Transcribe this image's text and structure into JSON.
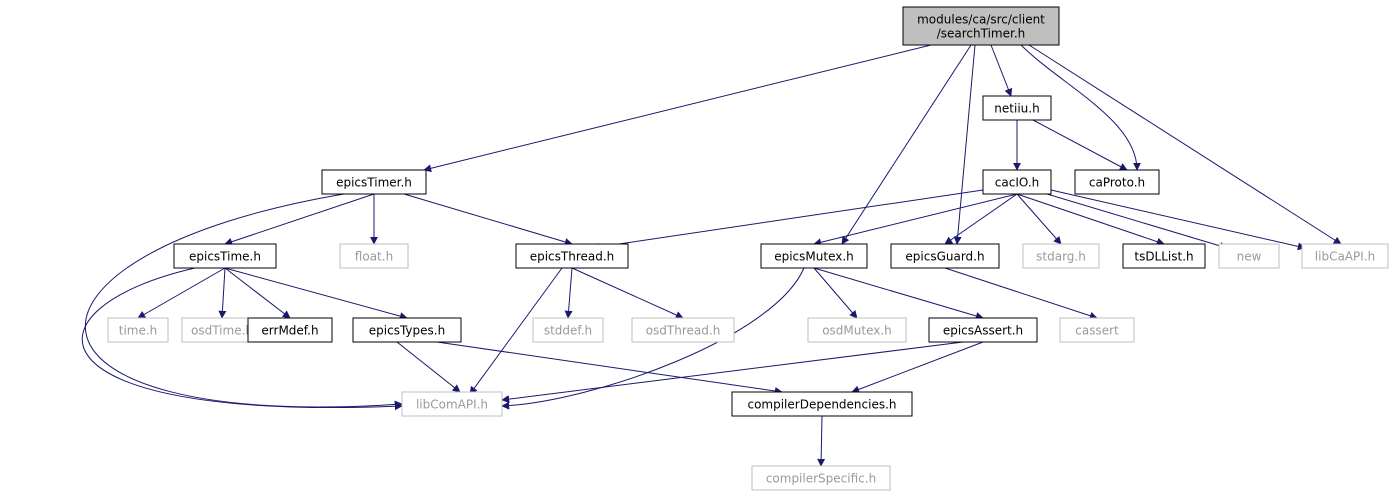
{
  "nodes": [
    {
      "id": "root",
      "lines": [
        "modules/ca/src/client",
        "/searchTimer.h"
      ],
      "kind": "root"
    },
    {
      "id": "netiiu",
      "lines": [
        "netiiu.h"
      ],
      "kind": "doc"
    },
    {
      "id": "caProto",
      "lines": [
        "caProto.h"
      ],
      "kind": "doc"
    },
    {
      "id": "epicsTimer",
      "lines": [
        "epicsTimer.h"
      ],
      "kind": "doc"
    },
    {
      "id": "cacIO",
      "lines": [
        "cacIO.h"
      ],
      "kind": "doc"
    },
    {
      "id": "epicsTime",
      "lines": [
        "epicsTime.h"
      ],
      "kind": "doc"
    },
    {
      "id": "float",
      "lines": [
        "float.h"
      ],
      "kind": "ext"
    },
    {
      "id": "epicsThread",
      "lines": [
        "epicsThread.h"
      ],
      "kind": "doc"
    },
    {
      "id": "epicsMutex",
      "lines": [
        "epicsMutex.h"
      ],
      "kind": "doc"
    },
    {
      "id": "epicsGuard",
      "lines": [
        "epicsGuard.h"
      ],
      "kind": "doc"
    },
    {
      "id": "stdarg",
      "lines": [
        "stdarg.h"
      ],
      "kind": "ext"
    },
    {
      "id": "tsDLList",
      "lines": [
        "tsDLList.h"
      ],
      "kind": "doc"
    },
    {
      "id": "new",
      "lines": [
        "new"
      ],
      "kind": "ext"
    },
    {
      "id": "libCaAPI",
      "lines": [
        "libCaAPI.h"
      ],
      "kind": "ext"
    },
    {
      "id": "time",
      "lines": [
        "time.h"
      ],
      "kind": "ext"
    },
    {
      "id": "osdTime",
      "lines": [
        "osdTime.h"
      ],
      "kind": "ext"
    },
    {
      "id": "errMdef",
      "lines": [
        "errMdef.h"
      ],
      "kind": "doc"
    },
    {
      "id": "epicsTypes",
      "lines": [
        "epicsTypes.h"
      ],
      "kind": "doc"
    },
    {
      "id": "stddef",
      "lines": [
        "stddef.h"
      ],
      "kind": "ext"
    },
    {
      "id": "osdThread",
      "lines": [
        "osdThread.h"
      ],
      "kind": "ext"
    },
    {
      "id": "osdMutex",
      "lines": [
        "osdMutex.h"
      ],
      "kind": "ext"
    },
    {
      "id": "epicsAssert",
      "lines": [
        "epicsAssert.h"
      ],
      "kind": "doc"
    },
    {
      "id": "cassert",
      "lines": [
        "cassert"
      ],
      "kind": "ext"
    },
    {
      "id": "libComAPI",
      "lines": [
        "libComAPI.h"
      ],
      "kind": "ext"
    },
    {
      "id": "compilerDependencies",
      "lines": [
        "compilerDependencies.h"
      ],
      "kind": "doc"
    },
    {
      "id": "compilerSpecific",
      "lines": [
        "compilerSpecific.h"
      ],
      "kind": "ext"
    }
  ],
  "edges": [
    [
      "root",
      "netiiu"
    ],
    [
      "root",
      "caProto"
    ],
    [
      "root",
      "epicsTimer"
    ],
    [
      "root",
      "epicsMutex"
    ],
    [
      "root",
      "epicsGuard"
    ],
    [
      "root",
      "libCaAPI"
    ],
    [
      "netiiu",
      "cacIO"
    ],
    [
      "netiiu",
      "caProto"
    ],
    [
      "epicsTimer",
      "epicsTime"
    ],
    [
      "epicsTimer",
      "float"
    ],
    [
      "epicsTimer",
      "epicsThread"
    ],
    [
      "epicsTimer",
      "libComAPI"
    ],
    [
      "cacIO",
      "epicsThread"
    ],
    [
      "cacIO",
      "epicsMutex"
    ],
    [
      "cacIO",
      "epicsGuard"
    ],
    [
      "cacIO",
      "stdarg"
    ],
    [
      "cacIO",
      "tsDLList"
    ],
    [
      "cacIO",
      "new"
    ],
    [
      "cacIO",
      "libCaAPI"
    ],
    [
      "epicsTime",
      "time"
    ],
    [
      "epicsTime",
      "osdTime"
    ],
    [
      "epicsTime",
      "errMdef"
    ],
    [
      "epicsTime",
      "epicsTypes"
    ],
    [
      "epicsTime",
      "libComAPI"
    ],
    [
      "epicsThread",
      "stddef"
    ],
    [
      "epicsThread",
      "osdThread"
    ],
    [
      "epicsThread",
      "libComAPI"
    ],
    [
      "epicsMutex",
      "osdMutex"
    ],
    [
      "epicsMutex",
      "epicsAssert"
    ],
    [
      "epicsMutex",
      "libComAPI"
    ],
    [
      "epicsGuard",
      "cassert"
    ],
    [
      "epicsTypes",
      "libComAPI"
    ],
    [
      "epicsTypes",
      "compilerDependencies"
    ],
    [
      "epicsAssert",
      "libComAPI"
    ],
    [
      "epicsAssert",
      "compilerDependencies"
    ],
    [
      "compilerDependencies",
      "compilerSpecific"
    ]
  ],
  "colors": {
    "edge": "#191970",
    "doc_border": "#000000",
    "ext_border": "#bfbfbf",
    "root_fill": "#bfbfbf",
    "ext_text": "#9a9a9a",
    "doc_text": "#000000"
  }
}
